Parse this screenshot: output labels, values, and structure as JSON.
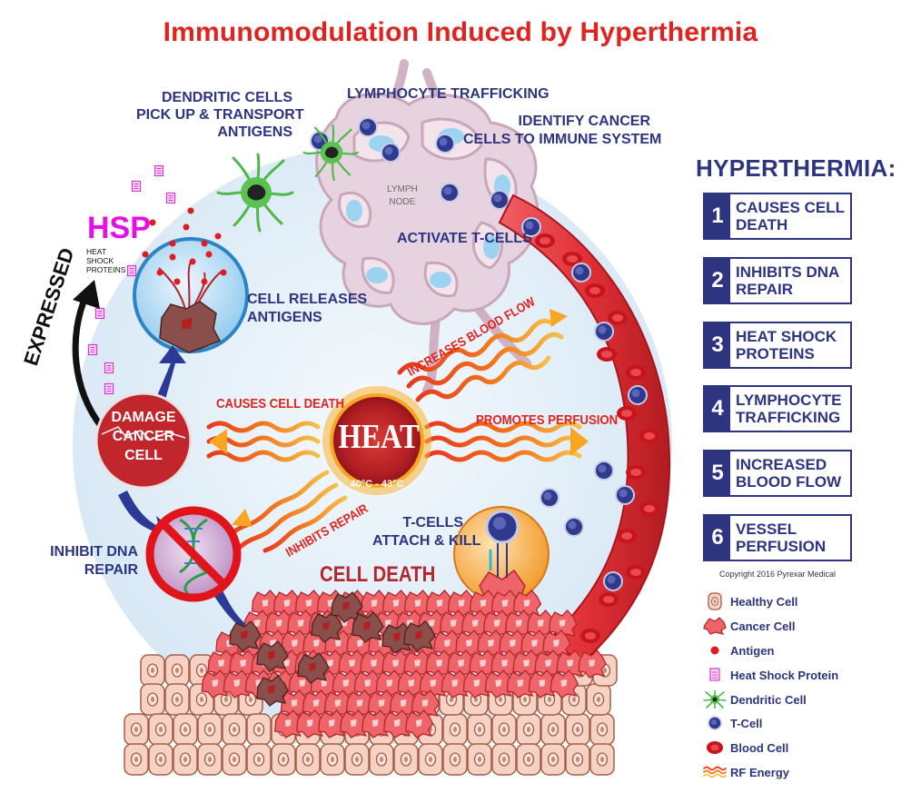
{
  "title": "Immunomodulation Induced by Hyperthermia",
  "labels": {
    "dendritic": [
      "DENDRITIC CELLS",
      "PICK UP & TRANSPORT",
      "ANTIGENS"
    ],
    "lymphocyte_trafficking": "LYMPHOCYTE TRAFFICKING",
    "identify": [
      "IDENTIFY CANCER",
      "CELLS TO IMMUNE SYSTEM"
    ],
    "lymph_node": [
      "LYMPH",
      "NODE"
    ],
    "activate": "ACTIVATE T-CELLS",
    "hsp": "HSP",
    "hsp_sub": [
      "HEAT",
      "SHOCK",
      "PROTEINS"
    ],
    "cell_releases": [
      "CELL RELEASES",
      "ANTIGENS"
    ],
    "expressed": "EXPRESSED",
    "damage": [
      "DAMAGE",
      "CANCER",
      "CELL"
    ],
    "causes_cell_death": "CAUSES CELL DEATH",
    "increases_blood_flow": "INCREASES BLOOD FLOW",
    "promotes_perfusion": "PROMOTES PERFUSION",
    "inhibits_repair": "INHIBITS REPAIR",
    "heat": "HEAT",
    "temp": "40°C - 43°C",
    "tcells_attach": [
      "T-CELLS",
      "ATTACH & KILL"
    ],
    "inhibit_dna": [
      "INHIBIT DNA",
      "REPAIR"
    ],
    "cell_death": "CELL DEATH"
  },
  "hyperthermia": {
    "title": "HYPERTHERMIA:",
    "items": [
      {
        "num": "1",
        "text": "CAUSES CELL DEATH"
      },
      {
        "num": "2",
        "text": "INHIBITS DNA REPAIR"
      },
      {
        "num": "3",
        "text": "HEAT SHOCK PROTEINS"
      },
      {
        "num": "4",
        "text": "LYMPHOCYTE TRAFFICKING"
      },
      {
        "num": "5",
        "text": "INCREASED BLOOD FLOW"
      },
      {
        "num": "6",
        "text": "VESSEL PERFUSION"
      }
    ]
  },
  "copyright": "Copyright 2016 Pyrexar Medical",
  "legend": [
    {
      "icon": "healthy-cell-icon",
      "label": "Healthy Cell"
    },
    {
      "icon": "cancer-cell-icon",
      "label": "Cancer Cell"
    },
    {
      "icon": "antigen-icon",
      "label": "Antigen"
    },
    {
      "icon": "heat-shock-protein-icon",
      "label": "Heat Shock Protein"
    },
    {
      "icon": "dendritic-cell-icon",
      "label": "Dendritic Cell"
    },
    {
      "icon": "t-cell-icon",
      "label": "T-Cell"
    },
    {
      "icon": "blood-cell-icon",
      "label": "Blood Cell"
    },
    {
      "icon": "rf-energy-icon",
      "label": "RF Energy"
    }
  ],
  "colors": {
    "title": "#e0231f",
    "navy": "#2d3480",
    "hsp": "#e60fe6",
    "damage_cell": "#c1262c",
    "cancer": "#ef5a5f",
    "vessel": "#d9262b",
    "bubble": "#dcebf6"
  }
}
